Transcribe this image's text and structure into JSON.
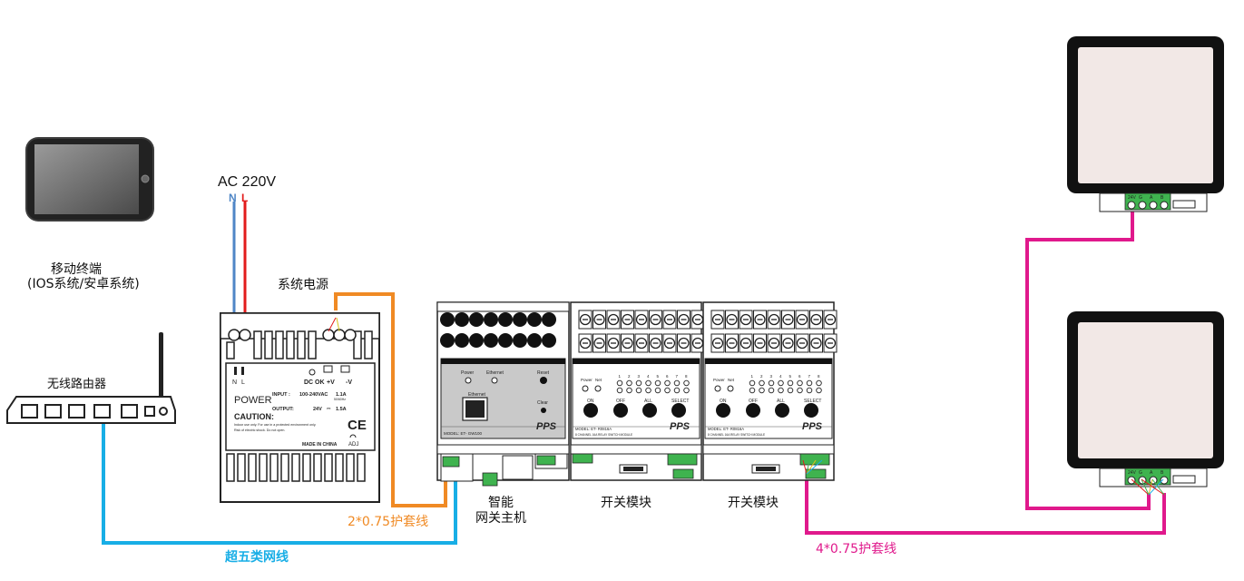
{
  "colors": {
    "blue_cable": "#18aee6",
    "orange_cable": "#f08a24",
    "magenta_cable": "#e0198c",
    "neutral_wire": "#4f86c6",
    "live_wire": "#e21b1b",
    "terminal_green": "#3fb34f",
    "screen_bg": "#f2e8e6"
  },
  "mobile": {
    "label_line1": "移动终端",
    "label_line2": "(IOS系统/安卓系统)"
  },
  "router": {
    "label": "无线路由器"
  },
  "ac": {
    "label": "AC 220V",
    "n": "N",
    "l": "L"
  },
  "psu": {
    "title": "系统电源",
    "term_n": "N",
    "term_l": "L",
    "dc_ok": "DC OK",
    "plus_v": "+V",
    "minus_v": "-V",
    "power": "POWER",
    "input_label": "INPUT :",
    "input_value": "100-240VAC",
    "input_current": "1.1A",
    "input_freq": "50/60Hz",
    "output_label": "OUTPUT:",
    "output_value": "24V",
    "output_current": "1.5A",
    "caution": "CAUTION:",
    "caution_text1": "Indoor use only. For use in a protected environment only.",
    "caution_text2": "Risk of electric shock. Do not open.",
    "ce": "CE",
    "made_in": "MADE IN CHINA",
    "adj": "ADJ"
  },
  "gateway": {
    "label_line1": "智能",
    "label_line2": "网关主机",
    "power": "Power",
    "ethernet_led": "Ethernet",
    "reset": "Reset",
    "ethernet_port": "Ethernet",
    "clear": "Clear",
    "model": "MODEL: ET- GW100",
    "brand": "PPS"
  },
  "switch1": {
    "label": "开关模块",
    "power": "Power",
    "net": "Net",
    "on": "ON",
    "off": "OFF",
    "all": "ALL",
    "select": "SELECT",
    "model": "MODEL: ET- R0816A",
    "sub": "8 CHANNEL 16A RELAY SWITCH MODULE",
    "brand": "PPS"
  },
  "switch2": {
    "label": "开关模块",
    "power": "Power",
    "net": "Net",
    "on": "ON",
    "off": "OFF",
    "all": "ALL",
    "select": "SELECT",
    "model": "MODEL: ET- R0816A",
    "sub": "8 CHANNEL 16A RELAY SWITCH MODULE",
    "brand": "PPS"
  },
  "channels": [
    "1",
    "2",
    "3",
    "4",
    "5",
    "6",
    "7",
    "8"
  ],
  "panel_terminals": [
    "24V",
    "G",
    "A",
    "B"
  ],
  "cables": {
    "cat5": "超五类网线",
    "two_core": "2*0.75护套线",
    "four_core": "4*0.75护套线"
  }
}
